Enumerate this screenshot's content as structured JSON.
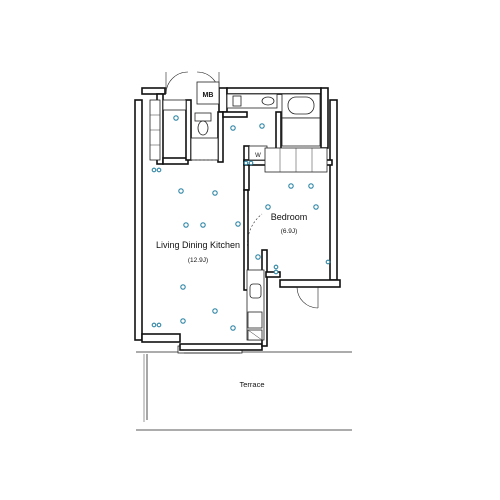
{
  "rooms": {
    "ldk_name": "Living Dining Kitchen",
    "ldk_size": "(12.9J)",
    "bedroom_name": "Bedroom",
    "bedroom_size": "(6.9J)",
    "terrace_name": "Terrace"
  },
  "fixtures": {
    "meter_box": "MB",
    "washer": "W"
  },
  "colors": {
    "lighting": "#2f86a6",
    "walls": "#111111"
  }
}
